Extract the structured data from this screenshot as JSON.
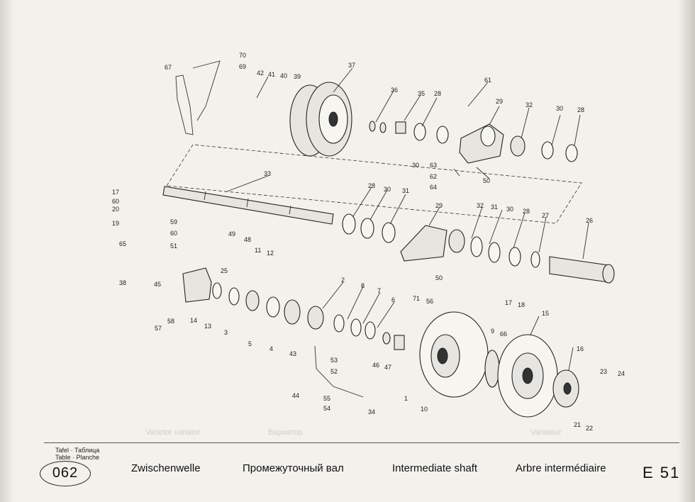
{
  "tafel": {
    "line1": "Tafel · Таблица",
    "line2": "Table · Planche"
  },
  "plate_number": "062",
  "titles": {
    "de": "Zwischenwelle",
    "ru": "Промежуточный вал",
    "en": "Intermediate shaft",
    "fr": "Arbre intermédiaire"
  },
  "code": "E 51",
  "bleed_through": [
    "Varietor variator",
    "Вариатор",
    "Variateur"
  ],
  "part_labels": [
    "70",
    "69",
    "67",
    "42",
    "41",
    "40",
    "39",
    "37",
    "36",
    "35",
    "28",
    "61",
    "29",
    "32",
    "30",
    "28",
    "30",
    "63",
    "62",
    "64",
    "50",
    "33",
    "28",
    "30",
    "31",
    "17",
    "60",
    "20",
    "19",
    "29",
    "32",
    "31",
    "30",
    "28",
    "27",
    "26",
    "59",
    "60",
    "49",
    "48",
    "50",
    "65",
    "51",
    "11",
    "12",
    "25",
    "38",
    "45",
    "2",
    "8",
    "7",
    "6",
    "71",
    "56",
    "17",
    "18",
    "15",
    "9",
    "66",
    "14",
    "13",
    "3",
    "5",
    "4",
    "58",
    "57",
    "43",
    "53",
    "52",
    "46",
    "47",
    "16",
    "23",
    "24",
    "55",
    "54",
    "44",
    "1",
    "10",
    "34",
    "21",
    "22"
  ]
}
